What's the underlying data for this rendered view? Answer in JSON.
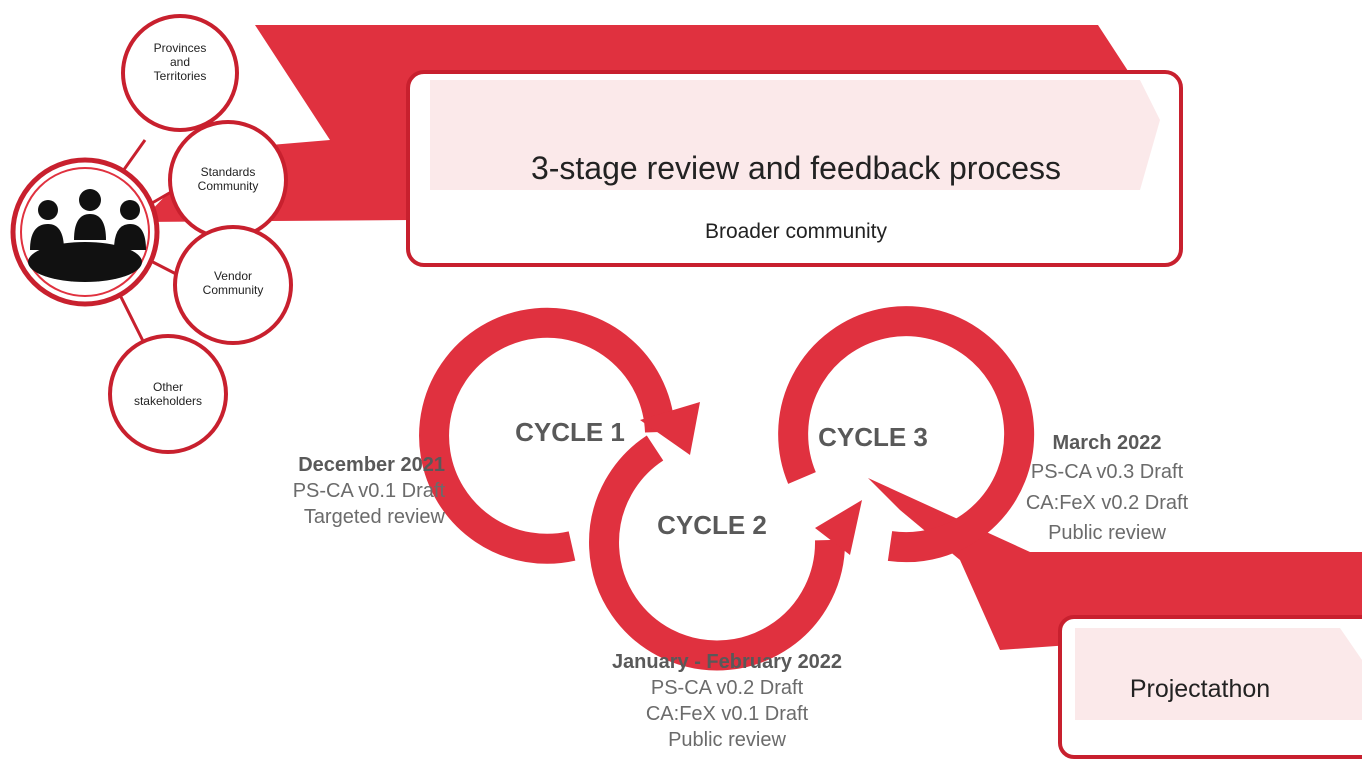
{
  "colors": {
    "accent": "#e0313f",
    "accent_dark": "#c8202e",
    "box_fill": "#fbe9ea",
    "text_dark": "#222222",
    "text_grey": "#6b6b6b"
  },
  "stakeholders": {
    "icon": "people-group-icon",
    "nodes": [
      {
        "lines": [
          "Provinces",
          "and",
          "Territories"
        ]
      },
      {
        "lines": [
          "Standards",
          "Community"
        ]
      },
      {
        "lines": [
          "Vendor",
          "Community"
        ]
      },
      {
        "lines": [
          "Other",
          "stakeholders"
        ]
      }
    ]
  },
  "banner": {
    "title": "3-stage review and feedback process",
    "subtitle": "Broader community"
  },
  "cycles": [
    {
      "label": "CYCLE 1"
    },
    {
      "label": "CYCLE 2"
    },
    {
      "label": "CYCLE 3"
    }
  ],
  "captions": {
    "cycle1": {
      "date": "December 2021",
      "lines": [
        "PS-CA v0.1 Draft",
        "Targeted review"
      ]
    },
    "cycle2": {
      "date": "January - February 2022",
      "lines": [
        "PS-CA v0.2 Draft",
        "CA:FeX v0.1 Draft",
        "Public review"
      ]
    },
    "cycle3": {
      "date": "March 2022",
      "lines": [
        "PS-CA v0.3 Draft",
        "CA:FeX v0.2 Draft",
        "Public review"
      ]
    }
  },
  "projectathon": {
    "label": "Projectathon"
  }
}
